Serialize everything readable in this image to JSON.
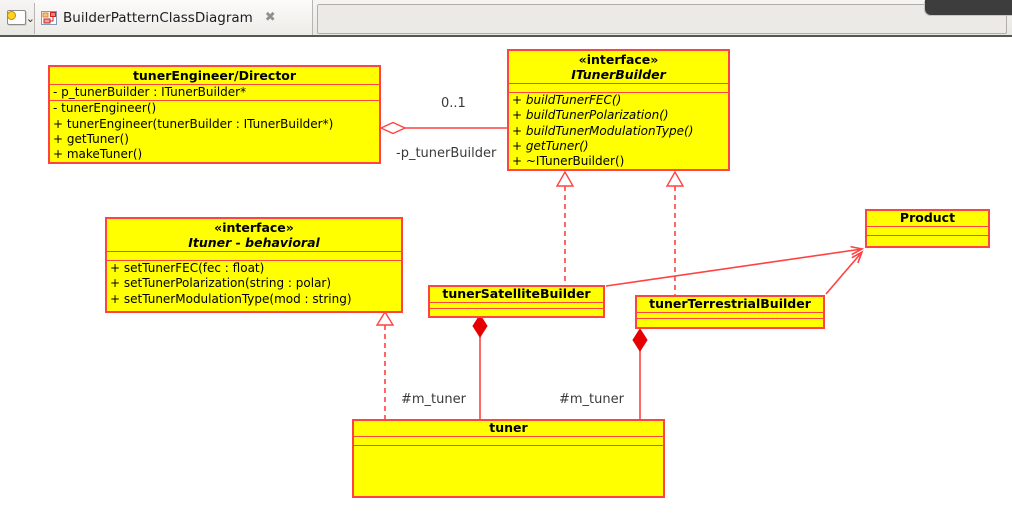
{
  "window": {
    "tab": {
      "title": "BuilderPatternClassDiagram",
      "close_glyph": "✖",
      "new_icon_chevron": "⌄"
    }
  },
  "labels": {
    "multiplicity": "0..1",
    "role_p_tunerBuilder": "-p_tunerBuilder",
    "role_m_tuner_left": "#m_tuner",
    "role_m_tuner_right": "#m_tuner"
  },
  "classes": [
    {
      "name": "tunerEngineer/Director",
      "attributes": [
        "- p_tunerBuilder : ITunerBuilder*"
      ],
      "methods": [
        "- tunerEngineer()",
        "+ tunerEngineer(tunerBuilder : ITunerBuilder*)",
        "+ getTuner()",
        "+ makeTuner()"
      ]
    },
    {
      "stereotype": "«interface»",
      "name": "ITunerBuilder",
      "attributes": [],
      "methods": [
        "+ buildTunerFEC()",
        "+ buildTunerPolarization()",
        "+ buildTunerModulationType()",
        "+ getTuner()",
        "+ ~ITunerBuilder()"
      ]
    },
    {
      "stereotype": "«interface»",
      "name": "Ituner - behavioral",
      "attributes": [],
      "methods": [
        "+ setTunerFEC(fec : float)",
        "+ setTunerPolarization(string : polar)",
        "+ setTunerModulationType(mod : string)"
      ]
    },
    {
      "name": "tunerSatelliteBuilder",
      "attributes": [],
      "methods": []
    },
    {
      "name": "tunerTerrestrialBuilder",
      "attributes": [],
      "methods": []
    },
    {
      "name": "Product",
      "attributes": [],
      "methods": []
    },
    {
      "name": "tuner",
      "attributes": [],
      "methods": []
    }
  ],
  "colors": {
    "class_fill": "#ffff00",
    "class_border": "#ff4242",
    "line": "#ff4242",
    "composite_diamond": "#e60000",
    "label_text": "#3a3a3a"
  }
}
